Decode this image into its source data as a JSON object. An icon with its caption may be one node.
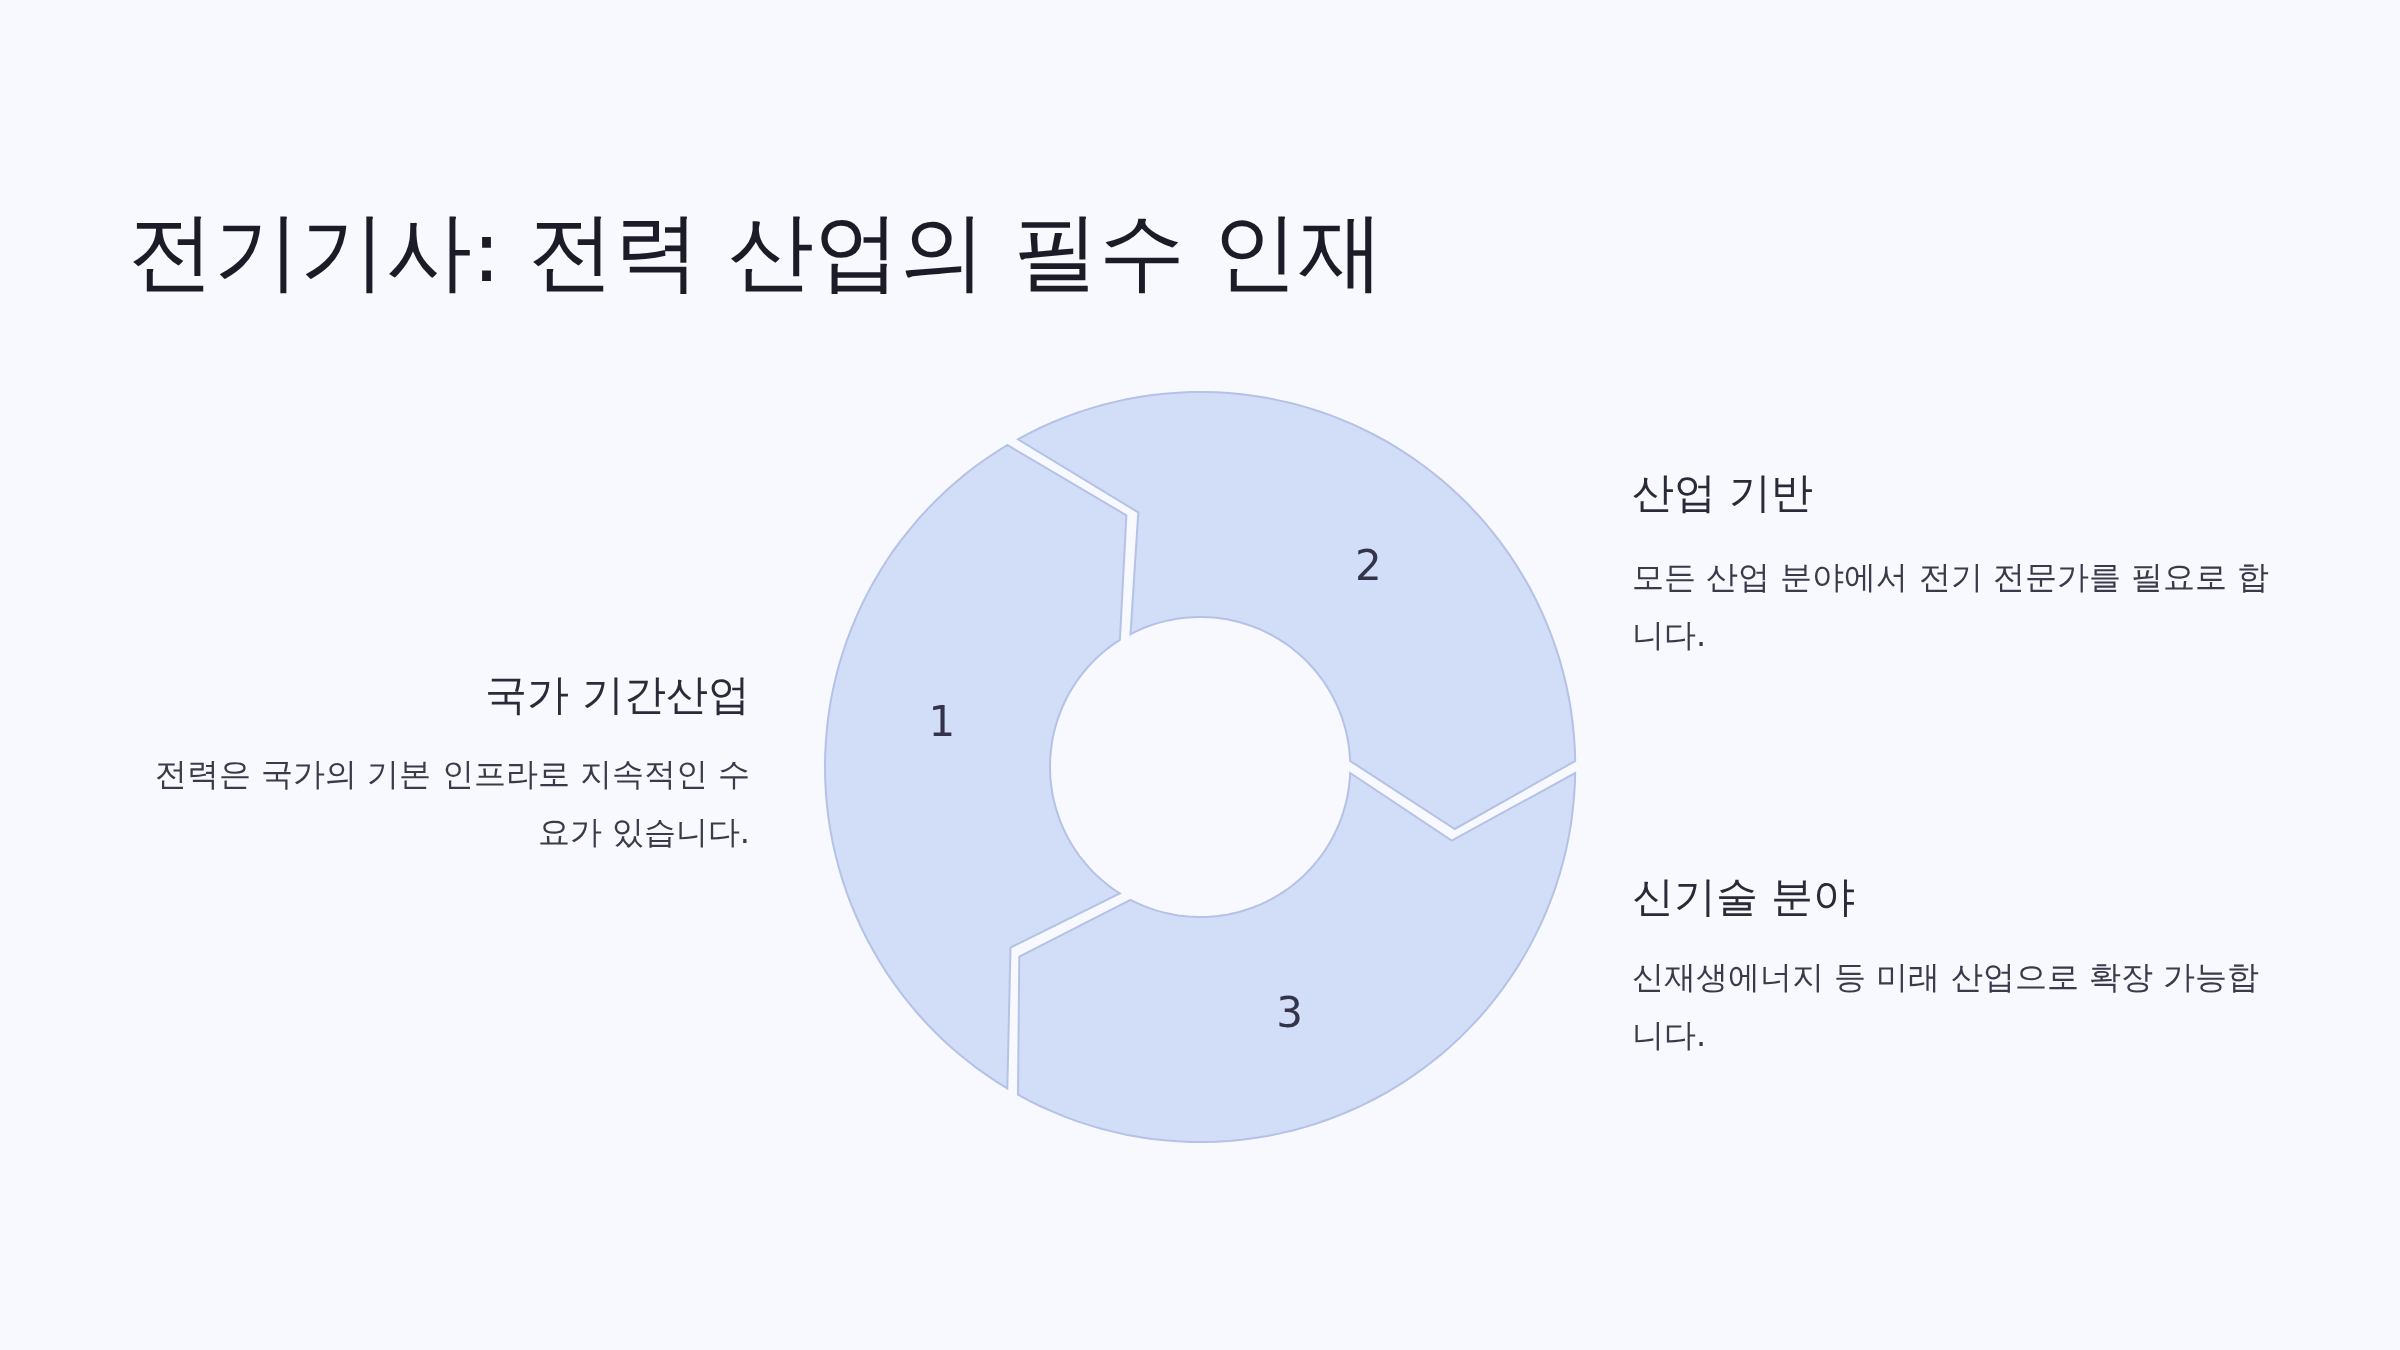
{
  "diagram": {
    "title": "전기기사: 전력 산업의 필수 인재",
    "nodes": [
      {
        "text": [
          "1"
        ],
        "beside": [
          "국가 기간산업",
          "전력은 국가의 기본 인프라로 지속적인 수요가 있습니다."
        ]
      },
      {
        "text": [
          "2"
        ],
        "beside": [
          "산업 기반",
          "모든 산업 분야에서 전기 전문가를 필요로 합니다."
        ]
      },
      {
        "text": [
          "3"
        ],
        "beside": [
          "신기술 분야",
          "신재생에너지 등 미래 산업으로 확장 가능합니다."
        ]
      }
    ],
    "edges": []
  }
}
